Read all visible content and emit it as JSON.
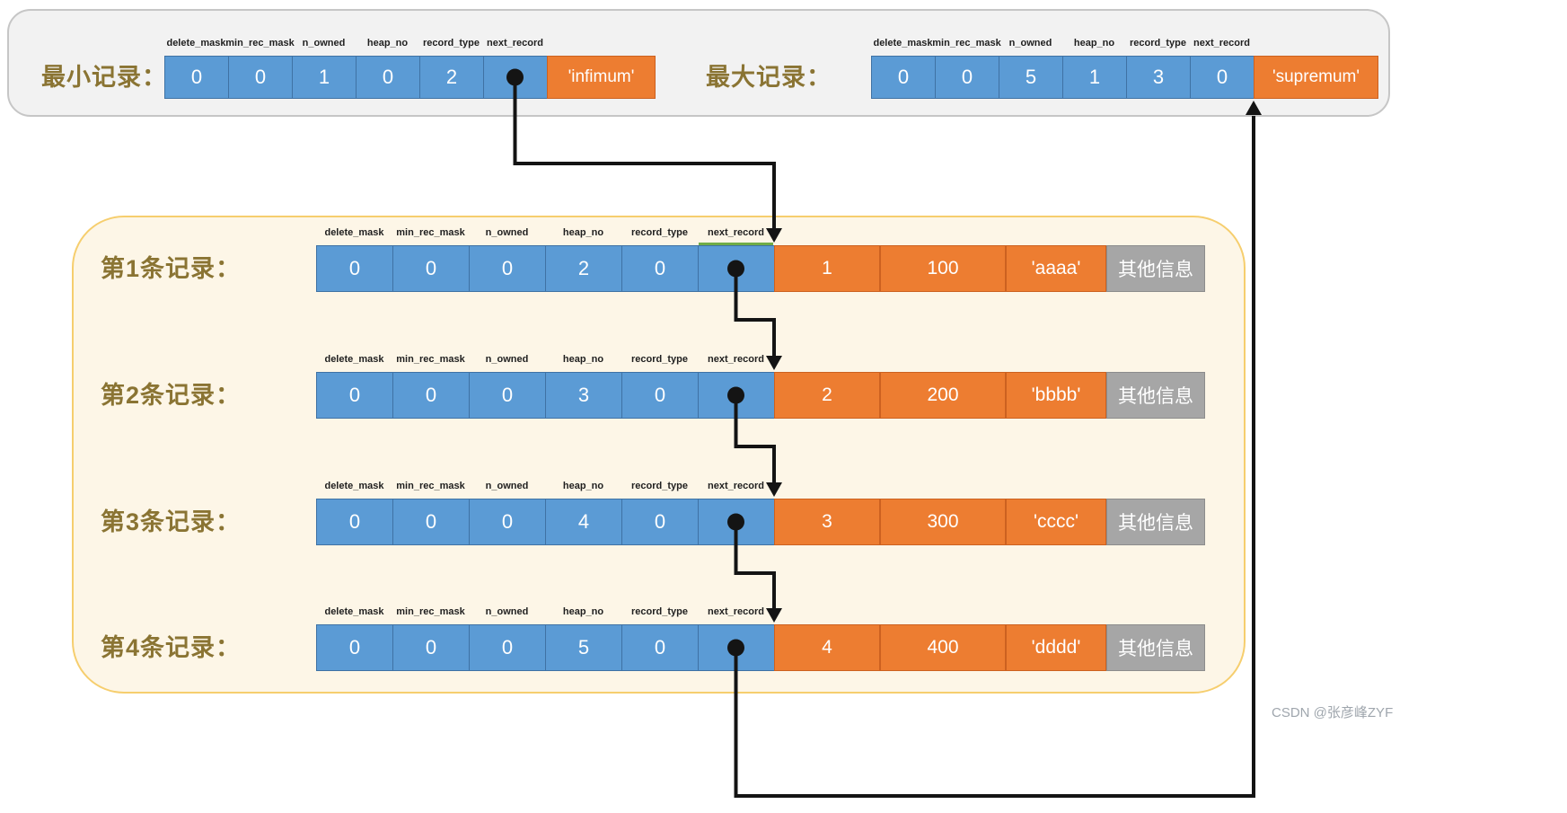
{
  "watermark": "CSDN @张彦峰ZYF",
  "field_headers": [
    "delete_mask",
    "min_rec_mask",
    "n_owned",
    "heap_no",
    "record_type",
    "next_record"
  ],
  "colors": {
    "field_blue": "#5B9BD5",
    "data_orange": "#ED7D31",
    "other_gray": "#A6A6A6",
    "label_gold": "#8A7433",
    "top_box_bg": "#F2F2F2",
    "main_box_bg": "#FDF6E7",
    "main_box_border": "#F6CE6E",
    "arrow_black": "#141414",
    "highlight_green": "#6FAC46"
  },
  "top_records": [
    {
      "id": "min",
      "label": "最小记录：",
      "values": [
        "0",
        "0",
        "1",
        "0",
        "2",
        ""
      ],
      "has_pointer_dot": true,
      "name_value": "'infimum'"
    },
    {
      "id": "max",
      "label": "最大记录：",
      "values": [
        "0",
        "0",
        "5",
        "1",
        "3",
        "0"
      ],
      "has_pointer_dot": false,
      "name_value": "'supremum'"
    }
  ],
  "user_records": [
    {
      "label": "第1条记录：",
      "values": [
        "0",
        "0",
        "0",
        "2",
        "0",
        ""
      ],
      "has_pointer_dot": true,
      "data_values": [
        "1",
        "100",
        "'aaaa'"
      ],
      "other_info": "其他信息"
    },
    {
      "label": "第2条记录：",
      "values": [
        "0",
        "0",
        "0",
        "3",
        "0",
        ""
      ],
      "has_pointer_dot": true,
      "data_values": [
        "2",
        "200",
        "'bbbb'"
      ],
      "other_info": "其他信息"
    },
    {
      "label": "第3条记录：",
      "values": [
        "0",
        "0",
        "0",
        "4",
        "0",
        ""
      ],
      "has_pointer_dot": true,
      "data_values": [
        "3",
        "300",
        "'cccc'"
      ],
      "other_info": "其他信息"
    },
    {
      "label": "第4条记录：",
      "values": [
        "0",
        "0",
        "0",
        "5",
        "0",
        ""
      ],
      "has_pointer_dot": true,
      "data_values": [
        "4",
        "400",
        "'dddd'"
      ],
      "other_info": "其他信息"
    }
  ]
}
